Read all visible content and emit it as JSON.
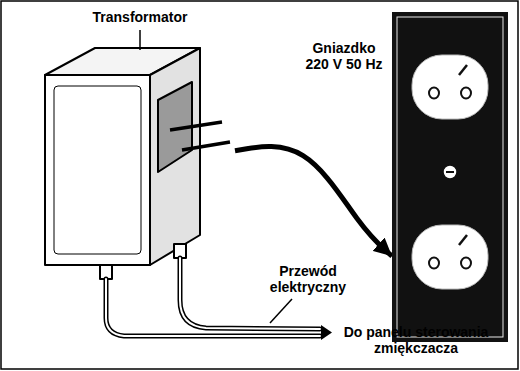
{
  "diagram": {
    "nodes": [
      {
        "text": [
          "Transformator"
        ]
      },
      {
        "text": [
          "Gniazdko 220 V 50 Hz"
        ]
      }
    ],
    "edges": [
      {
        "from": 0,
        "to": 1,
        "arrow": "to"
      }
    ],
    "labels": [
      "Przewód elektryczny",
      "Do panelu sterowania zmiękczacza"
    ]
  }
}
